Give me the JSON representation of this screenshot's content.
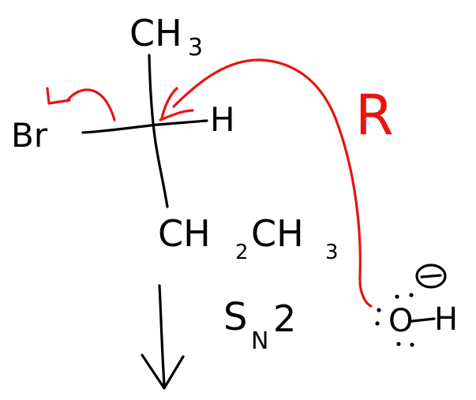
{
  "labels": {
    "top_group": "CH",
    "top_group_sub": "3",
    "left_group": "Br",
    "right_group": "H",
    "bottom_group": "CH",
    "bottom_group_sub1": "2",
    "bottom_group_mid": "CH",
    "bottom_group_sub2": "3",
    "mechanism": "S",
    "mechanism_sub": "N",
    "mechanism_num": "2",
    "configuration": "R",
    "nucleophile_atom": "O",
    "nucleophile_h": "H",
    "charge_symbol": "⊖"
  },
  "colors": {
    "ink": "#000000",
    "annotation": "#e8150f",
    "background": "#ffffff"
  }
}
